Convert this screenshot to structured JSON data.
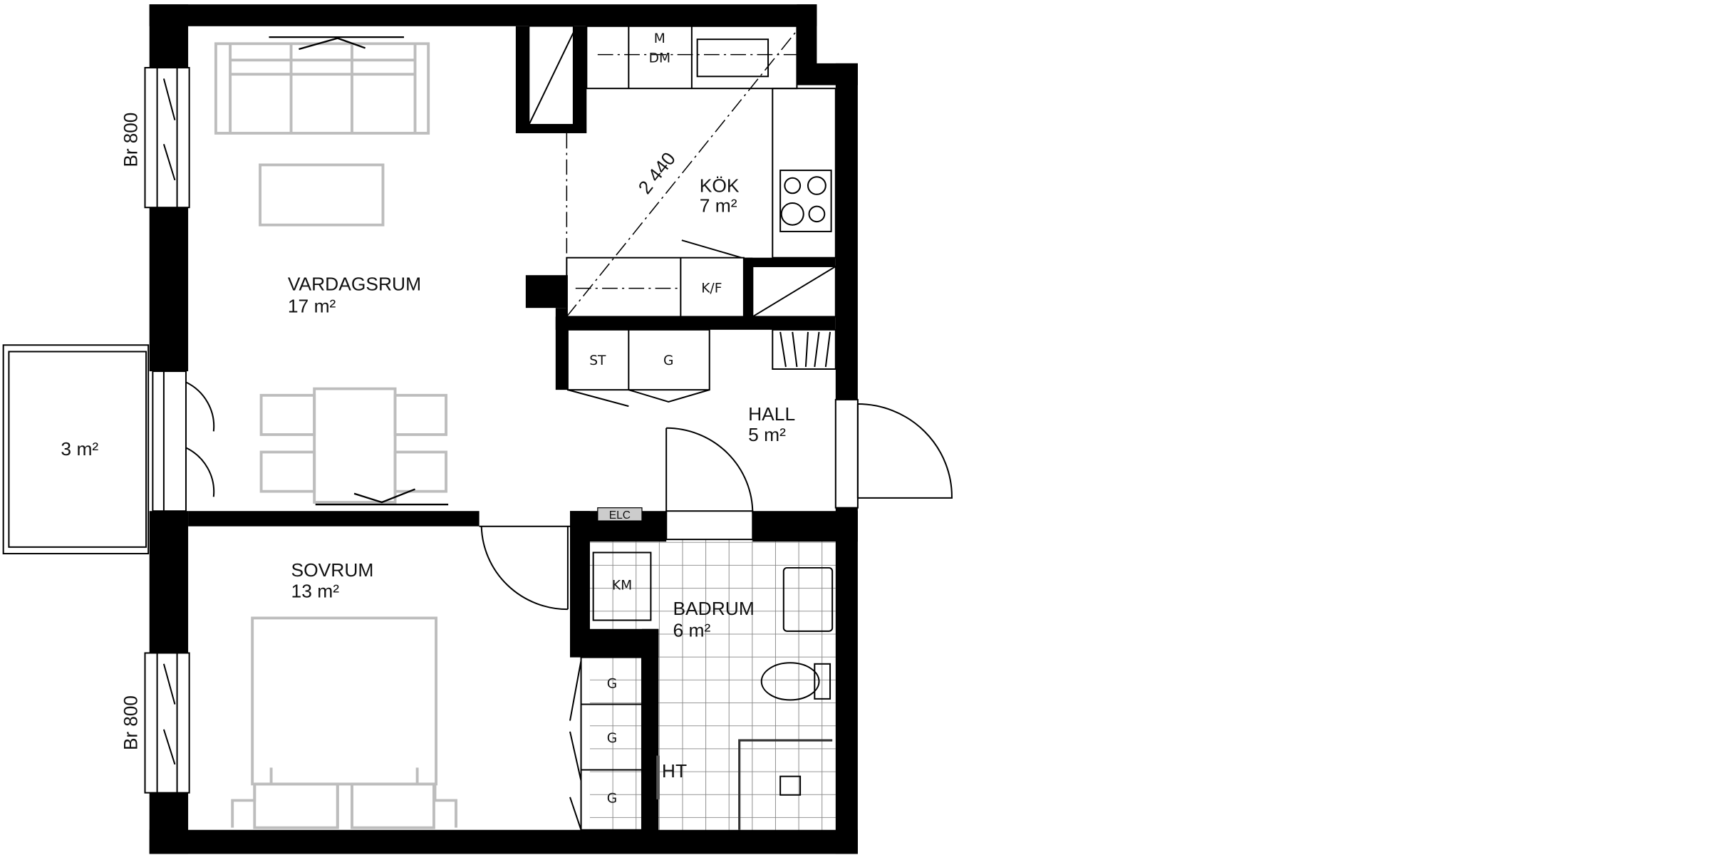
{
  "rooms": {
    "living": {
      "name": "VARDAGSRUM",
      "area": "17 m²"
    },
    "kitchen": {
      "name": "KÖK",
      "area": "7 m²"
    },
    "hall": {
      "name": "HALL",
      "area": "5 m²"
    },
    "bedroom": {
      "name": "SOVRUM",
      "area": "13 m²"
    },
    "bathroom": {
      "name": "BADRUM",
      "area": "6 m²"
    },
    "balcony": {
      "area": "3 m²"
    }
  },
  "windows": {
    "top_left": "Br 800",
    "bottom_left": "Br 800"
  },
  "dimension": "2 440",
  "fixtures": {
    "microwave": "M",
    "dishwasher": "DM",
    "fridge_freezer": "K/F",
    "storage": "ST",
    "wardrobe_hall": "G",
    "washer": "KM",
    "wardrobes_bedroom": [
      "G",
      "G",
      "G"
    ],
    "towel_rail": "HT",
    "electrical": "ELC"
  }
}
